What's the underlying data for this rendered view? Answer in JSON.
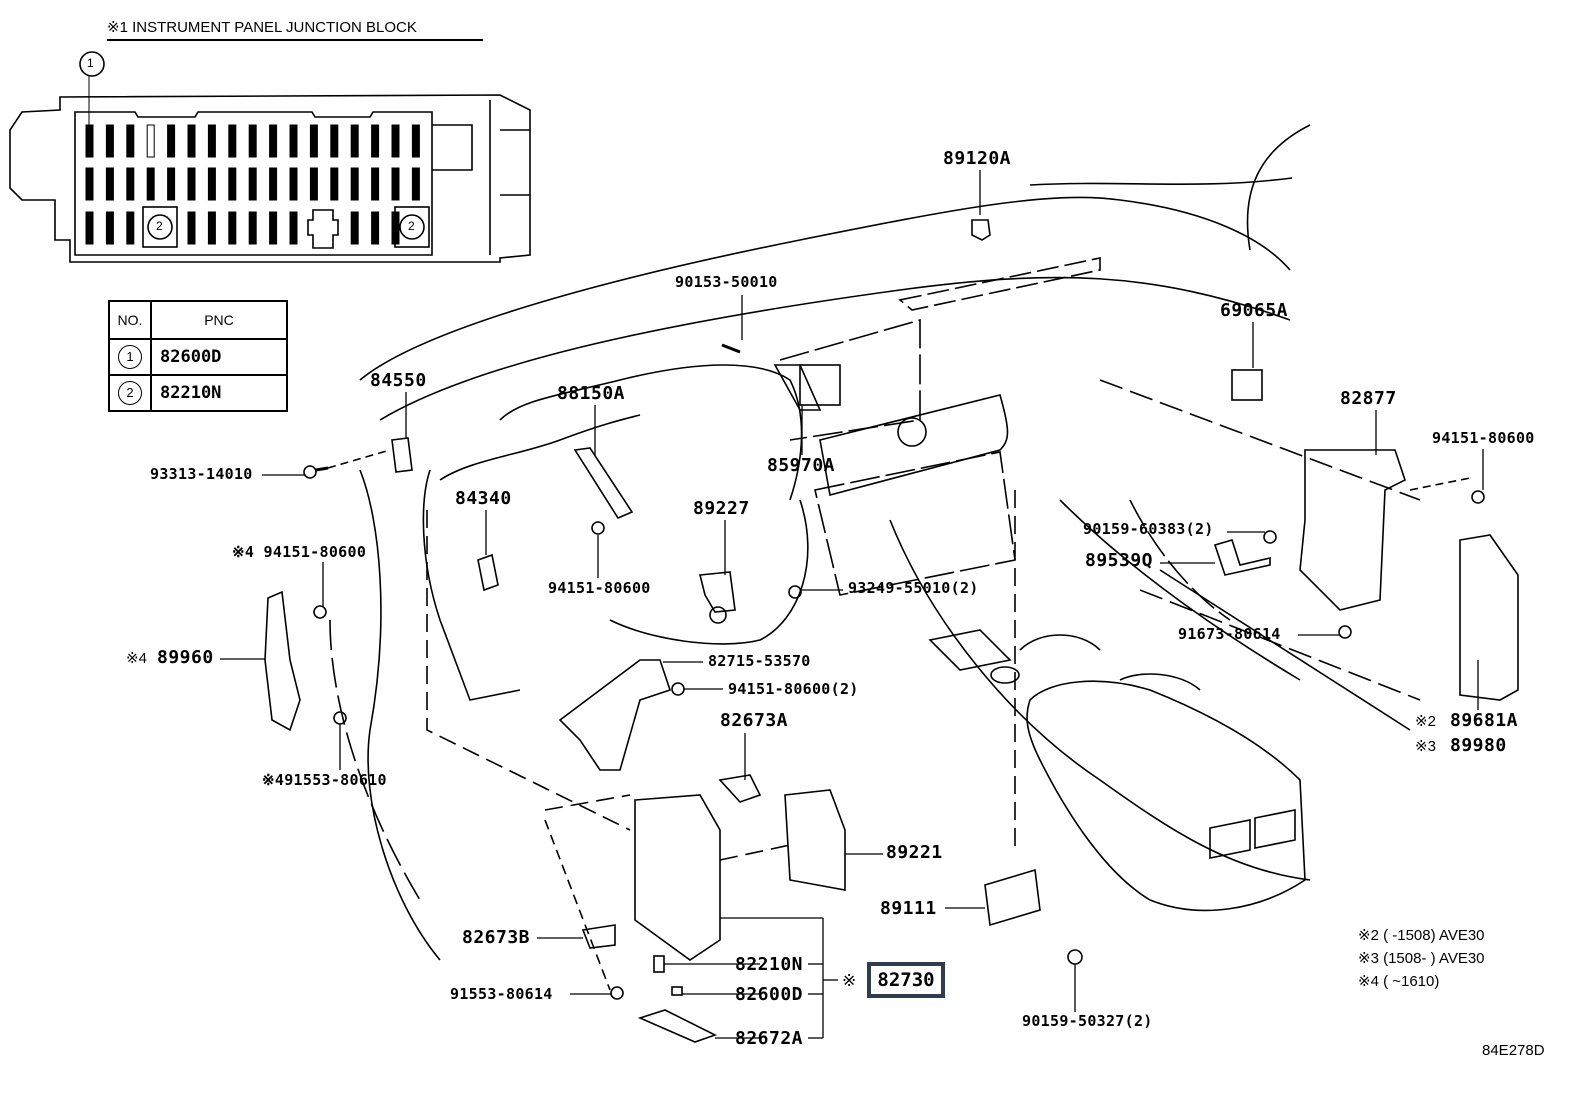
{
  "title": "※1 INSTRUMENT PANEL JUNCTION BLOCK",
  "junction_block": {
    "callout_1": "1",
    "callout_2a": "2",
    "callout_2b": "2"
  },
  "pnc_table": {
    "headers": [
      "NO.",
      "PNC"
    ],
    "rows": [
      {
        "no": "1",
        "pnc": "82600D"
      },
      {
        "no": "2",
        "pnc": "82210N"
      }
    ]
  },
  "labels": {
    "p89120A": "89120A",
    "p90153_50010": "90153-50010",
    "p69065A": "69065A",
    "p84550": "84550",
    "p88150A": "88150A",
    "p82877": "82877",
    "p94151_80600_r": "94151-80600",
    "p93313_14010": "93313-14010",
    "p85970A": "85970A",
    "p84340": "84340",
    "p89227": "89227",
    "p90159_60383": "90159-60383(2)",
    "p89539Q": "89539Q",
    "p94151_80600_x4": "※4 94151-80600",
    "p94151_80600_c": "94151-80600",
    "p93249_55010": "93249-55010(2)",
    "p91673_80614": "91673-80614",
    "p89960_mark": "※4",
    "p89960": "89960",
    "p82715_53570": "82715-53570",
    "p94151_80600_2": "94151-80600(2)",
    "p89681A_mark": "※2",
    "p89681A": "89681A",
    "p89980_mark": "※3",
    "p89980": "89980",
    "p82673A": "82673A",
    "p91553_80610": "※491553-80610",
    "p89221": "89221",
    "p89111": "89111",
    "p82673B": "82673B",
    "p82210N": "82210N",
    "p82730_mark": "※",
    "p82730": "82730",
    "p91553_80614": "91553-80614",
    "p82600D": "82600D",
    "p82672A": "82672A",
    "p90159_50327": "90159-50327(2)"
  },
  "notes": [
    "※2 (      -1508) AVE30",
    "※3 (1508-       ) AVE30",
    "※4 (      ~1610)"
  ],
  "diagram_id": "84E278D"
}
